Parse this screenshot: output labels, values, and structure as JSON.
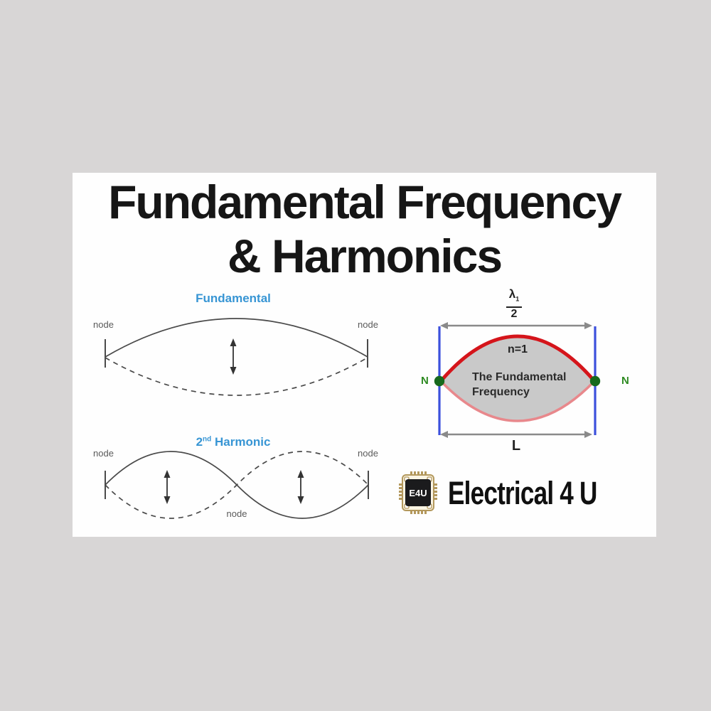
{
  "title": {
    "line1": "Fundamental Frequency",
    "line2": "& Harmonics"
  },
  "fundamental": {
    "label": "Fundamental",
    "node_left": "node",
    "node_right": "node"
  },
  "harmonic2": {
    "number": "2",
    "ordinal": "nd",
    "word": "Harmonic",
    "node_left": "node",
    "node_right": "node",
    "node_middle": "node"
  },
  "standing": {
    "lambda": "λ",
    "lambda_sub": "1",
    "denominator": "2",
    "mode": "n=1",
    "caption1": "The Fundamental",
    "caption2": "Frequency",
    "n_left": "N",
    "n_right": "N",
    "length": "L"
  },
  "logo": {
    "chip": "E4U",
    "brand": "Electrical 4 U"
  },
  "colors": {
    "page_bg": "#d8d6d6",
    "card_bg": "#fefefe",
    "title_text": "#161616",
    "diagram_label_blue": "#3795d4",
    "wave_stroke": "#4a4a4a",
    "node_text": "#5a5a5a",
    "boundary_blue": "#3c50dc",
    "envelope_red": "#d5151b",
    "envelope_light_red": "#e8888c",
    "lens_fill": "#c9c9c9",
    "node_dot_green": "#17691c",
    "node_text_green": "#2e8b22",
    "arrow_gray": "#8a8a8a",
    "chip_gold": "#b3985c",
    "chip_black": "#1b1b1d",
    "brand_text": "#101010"
  }
}
